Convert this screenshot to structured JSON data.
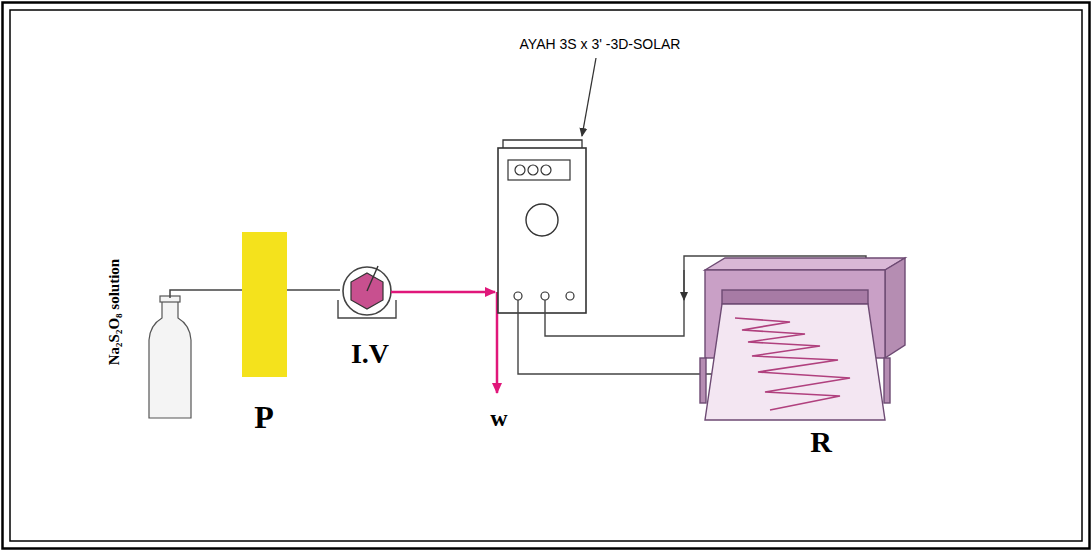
{
  "diagram": {
    "labels": [
      "Na₂S₂O₈ solution",
      "P",
      "I.V",
      "w",
      "R",
      "AYAH 3S x 3' -3D-SOLAR"
    ]
  }
}
